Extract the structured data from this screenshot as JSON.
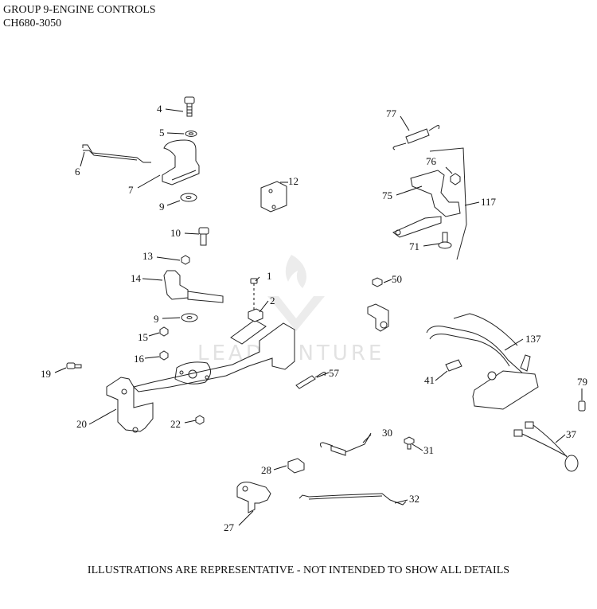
{
  "header": {
    "group_title": "GROUP 9-ENGINE CONTROLS",
    "model_number": "CH680-3050"
  },
  "footer": {
    "disclaimer": "ILLUSTRATIONS ARE REPRESENTATIVE - NOT INTENDED TO SHOW ALL DETAILS"
  },
  "watermark": {
    "text": "LEADVENTURE"
  },
  "callouts": [
    {
      "label": "1"
    },
    {
      "label": "2"
    },
    {
      "label": "4"
    },
    {
      "label": "5"
    },
    {
      "label": "6"
    },
    {
      "label": "7"
    },
    {
      "label": "9"
    },
    {
      "label": "9"
    },
    {
      "label": "10"
    },
    {
      "label": "12"
    },
    {
      "label": "13"
    },
    {
      "label": "14"
    },
    {
      "label": "15"
    },
    {
      "label": "16"
    },
    {
      "label": "19"
    },
    {
      "label": "20"
    },
    {
      "label": "22"
    },
    {
      "label": "27"
    },
    {
      "label": "28"
    },
    {
      "label": "30"
    },
    {
      "label": "31"
    },
    {
      "label": "32"
    },
    {
      "label": "37"
    },
    {
      "label": "41"
    },
    {
      "label": "50"
    },
    {
      "label": "57"
    },
    {
      "label": "71"
    },
    {
      "label": "75"
    },
    {
      "label": "76"
    },
    {
      "label": "77"
    },
    {
      "label": "79"
    },
    {
      "label": "117"
    },
    {
      "label": "137"
    }
  ]
}
